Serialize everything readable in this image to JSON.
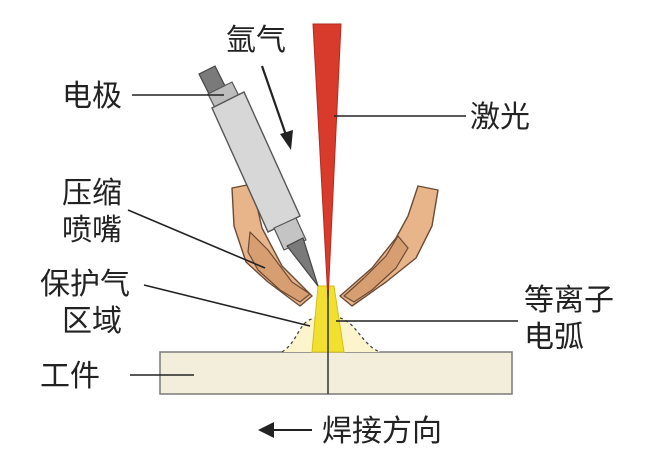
{
  "labels": {
    "argon": "氩气",
    "electrode": "电极",
    "laser": "激光",
    "nozzle_line1": "压缩",
    "nozzle_line2": "喷嘴",
    "shield_line1": "保护气",
    "shield_line2": "区域",
    "plasma_line1": "等离子",
    "plasma_line2": "电弧",
    "workpiece": "工件",
    "direction": "焊接方向"
  },
  "colors": {
    "laser": "#d83a2c",
    "laser_edge": "#b52a1f",
    "nozzle": "#e8b489",
    "nozzle_edge": "#6b4a34",
    "electrode_body": "#d7d7d7",
    "electrode_tip": "#7a7a7a",
    "plasma": "#f2e030",
    "shield_gas": "#fbf4cc",
    "workpiece": "#f3eedc",
    "workpiece_edge": "#7a7a7a",
    "line": "#222222"
  }
}
